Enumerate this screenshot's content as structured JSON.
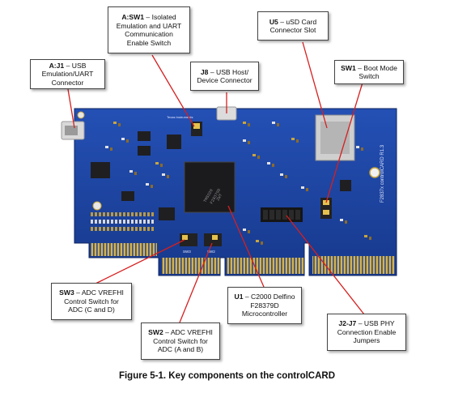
{
  "figure": {
    "caption": "Figure 5-1. Key components on the controlCARD",
    "board_text": {
      "brand": "Texas Instruments",
      "model": "F2837x controlCARD R1.3",
      "chip_line1": "TMS320",
      "chip_line2": "F28379D",
      "chip_line3": "ZWT",
      "sw2_label": "SW2",
      "sw3_label": "SW3"
    },
    "callouts": [
      {
        "id": "aj1",
        "ref": "A:J1",
        "desc_lines": [
          " – USB",
          "Emulation/UART",
          "Connector"
        ]
      },
      {
        "id": "asw1",
        "ref": "A:SW1",
        "desc_lines": [
          " – Isolated",
          "Emulation and UART",
          "Communication",
          "Enable Switch"
        ]
      },
      {
        "id": "j8",
        "ref": "J8",
        "desc_lines": [
          " – USB Host/",
          "Device Connector"
        ]
      },
      {
        "id": "u5",
        "ref": "U5",
        "desc_lines": [
          " – uSD Card",
          "Connector Slot"
        ]
      },
      {
        "id": "sw1",
        "ref": "SW1",
        "desc_lines": [
          " – Boot Mode",
          "Switch"
        ]
      },
      {
        "id": "sw3",
        "ref": "SW3",
        "desc_lines": [
          " – ADC VREFHI",
          "Control Switch for",
          "ADC (C and D)"
        ]
      },
      {
        "id": "sw2",
        "ref": "SW2",
        "desc_lines": [
          " – ADC VREFHI",
          "Control Switch for",
          "ADC (A and B)"
        ]
      },
      {
        "id": "u1",
        "ref": "U1",
        "desc_lines": [
          " – C2000 Delfino",
          "F28379D",
          "Microcontroller"
        ]
      },
      {
        "id": "j2j7",
        "ref": "J2-J7",
        "desc_lines": [
          " – USB PHY",
          "Connection Enable",
          "Jumpers"
        ]
      }
    ]
  },
  "colors": {
    "pcb": "#1d3f9a",
    "pcb_dark": "#132c73",
    "gold": "#c9a53a",
    "leader": "#d61f1f",
    "chip": "#1b1b1e"
  }
}
